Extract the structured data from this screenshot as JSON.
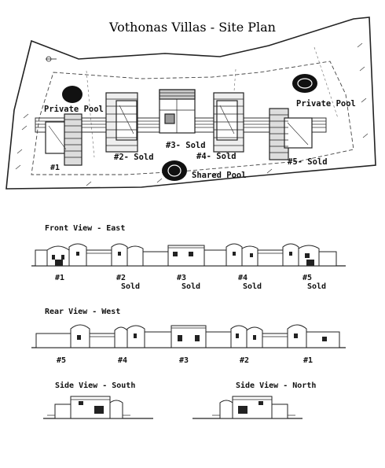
{
  "title": "Vothonas Villas - Site Plan",
  "site_plan": {
    "private_pool_left": "Private Pool",
    "private_pool_right": "Private Pool",
    "shared_pool": "Shared Pool",
    "villa_1": "#1",
    "villa_2": "#2- Sold",
    "villa_3": "#3- Sold",
    "villa_4": "#4- Sold",
    "villa_5": "#5- Sold"
  },
  "front_view": {
    "heading": "Front View - East",
    "units": [
      {
        "num": "#1",
        "status": ""
      },
      {
        "num": "#2",
        "status": "Sold"
      },
      {
        "num": "#3",
        "status": "Sold"
      },
      {
        "num": "#4",
        "status": "Sold"
      },
      {
        "num": "#5",
        "status": "Sold"
      }
    ]
  },
  "rear_view": {
    "heading": "Rear View - West",
    "units": [
      "#5",
      "#4",
      "#3",
      "#2",
      "#1"
    ]
  },
  "side_views": {
    "south": "Side View - South",
    "north": "Side View - North"
  }
}
